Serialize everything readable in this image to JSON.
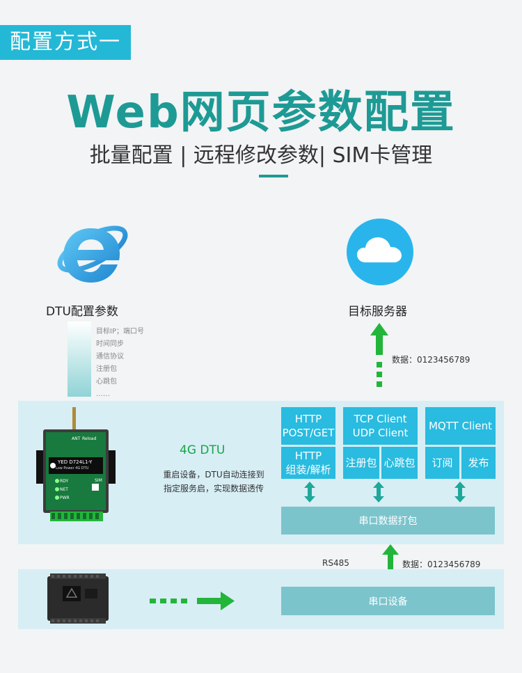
{
  "header": {
    "tag": "配置方式一",
    "title": "Web网页参数配置",
    "subtitle": "批量配置 | 远程修改参数| SIM卡管理"
  },
  "browser": {
    "label": "DTU配置参数",
    "icon": "ie-browser-icon",
    "items": [
      "目标IP；端口号",
      "时间同步",
      "通信协议",
      "注册包",
      "心跳包",
      "……"
    ]
  },
  "server": {
    "label": "目标服务器",
    "icon": "cloud-icon",
    "data_label": "数据：0123456789"
  },
  "dtu": {
    "title": "4G DTU",
    "desc_line1": "重启设备，DTU自动连接到",
    "desc_line2": "指定服务启，实现数据透传",
    "device_model": "YED D724L1-Y",
    "device_sub": "Low Power 4G DTU",
    "ant": "ANT",
    "reload": "Reload",
    "led_rdy": "RDY",
    "led_net": "NET",
    "led_pwr": "PWR",
    "sim": "SIM"
  },
  "protocols": {
    "http_top": [
      "HTTP",
      "POST/GET"
    ],
    "http_bottom": [
      "HTTP",
      "组装/解析"
    ],
    "tcp_top": [
      "TCP Client",
      "UDP Client"
    ],
    "register": "注册包",
    "heartbeat": "心跳包",
    "mqtt_top": "MQTT Client",
    "subscribe": "订阅",
    "publish": "发布",
    "serial_pack": "串口数据打包"
  },
  "bottom": {
    "rs485": "RS485",
    "data_label": "数据：0123456789",
    "serial_device": "串口设备"
  },
  "colors": {
    "accent": "#1e9a95",
    "tag_bg": "#23b8d6",
    "box": "#29bbe0",
    "bar": "#7cc4cc",
    "band": "#d7eef4",
    "arrow_green": "#22b53a",
    "arrow_teal": "#1fa89a"
  }
}
